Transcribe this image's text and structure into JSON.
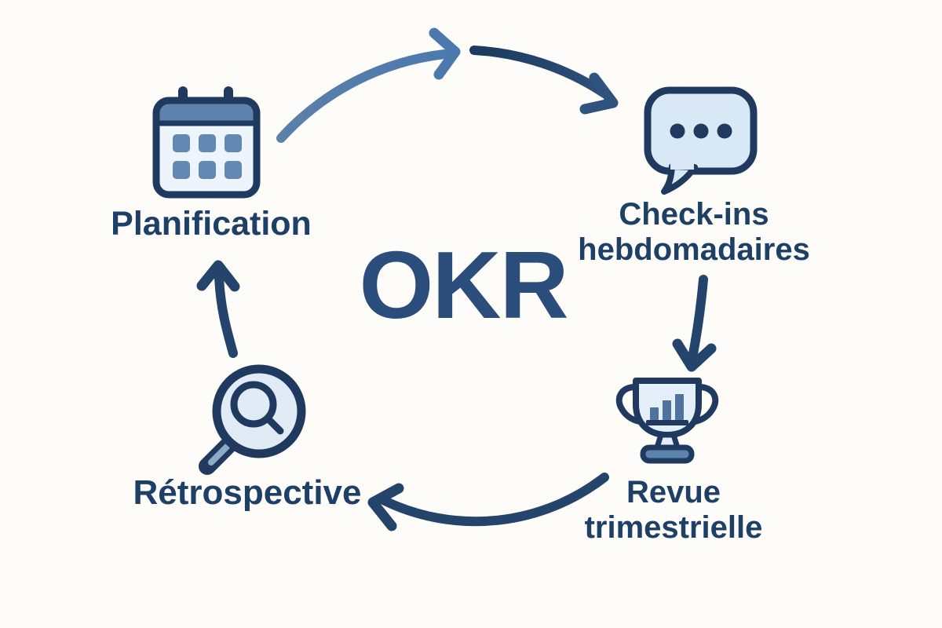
{
  "diagram": {
    "center_label": "OKR",
    "nodes": [
      {
        "id": "planification",
        "label": "Planification",
        "icon": "calendar-icon"
      },
      {
        "id": "check-ins-hebdomadaires",
        "label_line1": "Check-ins",
        "label_line2": "hebdomadaires",
        "icon": "chat-bubble-icon"
      },
      {
        "id": "revue-trimestrielle",
        "label_line1": "Revue",
        "label_line2": "trimestrielle",
        "icon": "trophy-icon"
      },
      {
        "id": "retrospective",
        "label": "Rétrospective",
        "icon": "magnifier-icon"
      }
    ],
    "arrows": [
      {
        "from": "planification",
        "to": "check-ins-hebdomadaires"
      },
      {
        "from": "check-ins-hebdomadaires",
        "to": "revue-trimestrielle"
      },
      {
        "from": "revue-trimestrielle",
        "to": "retrospective"
      },
      {
        "from": "retrospective",
        "to": "planification"
      }
    ],
    "colors": {
      "background": "#fdfcf9",
      "navy_outline": "#1f3a5e",
      "label_text": "#1e3f66",
      "center_text": "#2b4d7c",
      "light_fill": "#dce9f5",
      "slate_fill": "#5d83ad",
      "bar_fill": "#4f739c",
      "arrow_light": "#4b79ae",
      "arrow_dark": "#1f3b60"
    }
  }
}
